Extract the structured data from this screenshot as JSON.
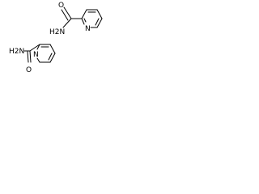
{
  "molecules": [
    {
      "amine_label": "H2N",
      "carbonyl_atom": "O",
      "ring_atom": "N"
    },
    {
      "amine_label": "H2N",
      "carbonyl_atom": "O",
      "ring_atom": "N"
    }
  ],
  "colors": {
    "background": "#ffffff",
    "bond": "#000000",
    "text": "#000000"
  }
}
